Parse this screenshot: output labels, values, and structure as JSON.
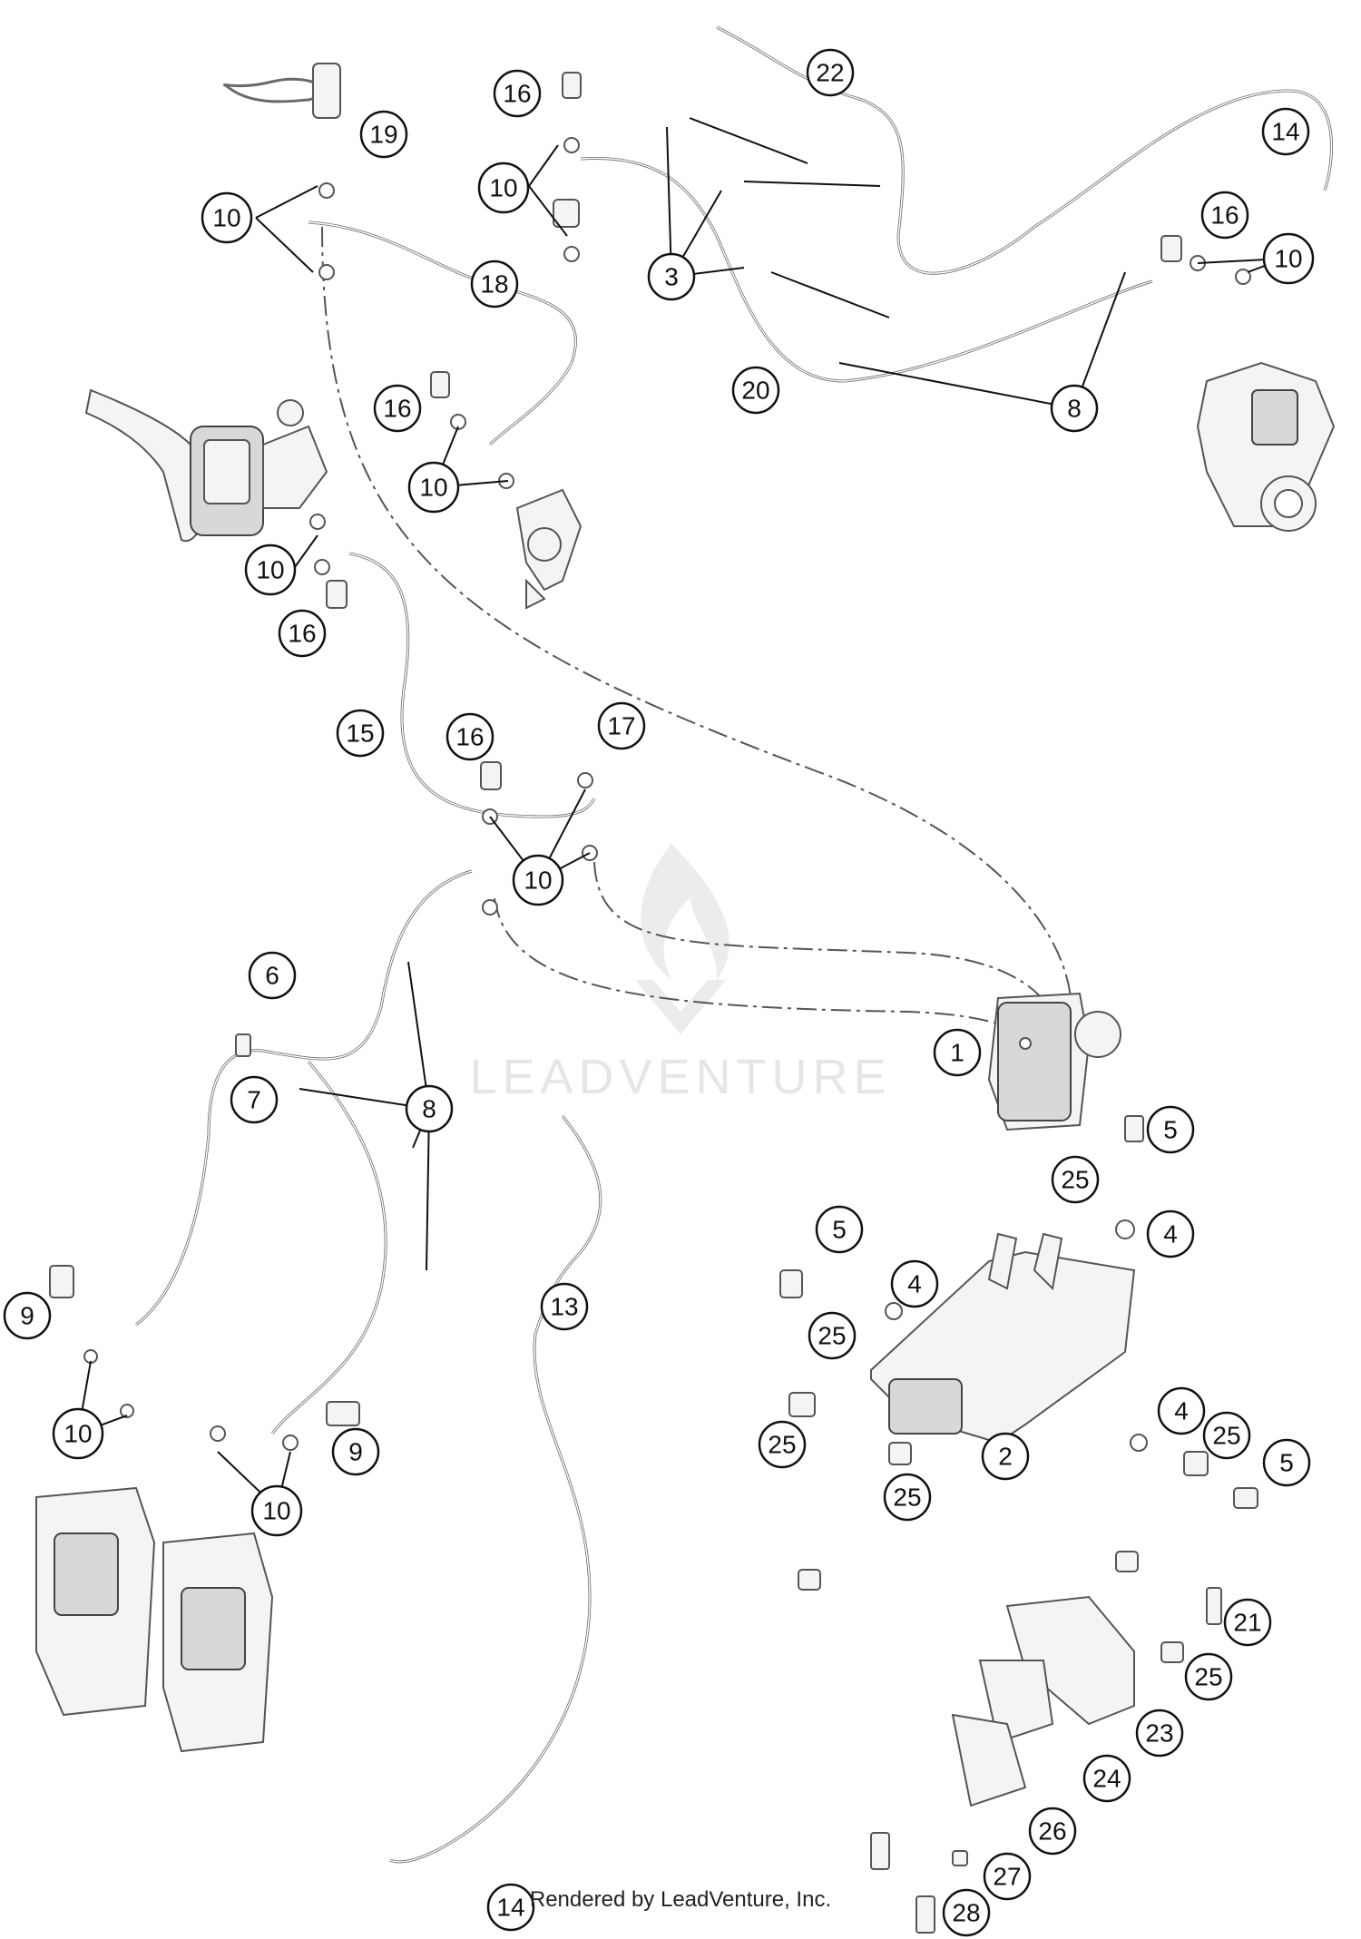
{
  "watermark": {
    "text": "LEADVENTURE"
  },
  "footer": {
    "text": "Rendered by LeadVenture, Inc."
  },
  "callouts": [
    "1",
    "2",
    "3",
    "4",
    "5",
    "6",
    "7",
    "8",
    "9",
    "10",
    "13",
    "14",
    "15",
    "16",
    "17",
    "18",
    "19",
    "20",
    "21",
    "22",
    "23",
    "24",
    "25",
    "26",
    "27",
    "28"
  ],
  "colors": {
    "line": "#111111",
    "hose": "#6a6a6a",
    "background": "#ffffff"
  }
}
